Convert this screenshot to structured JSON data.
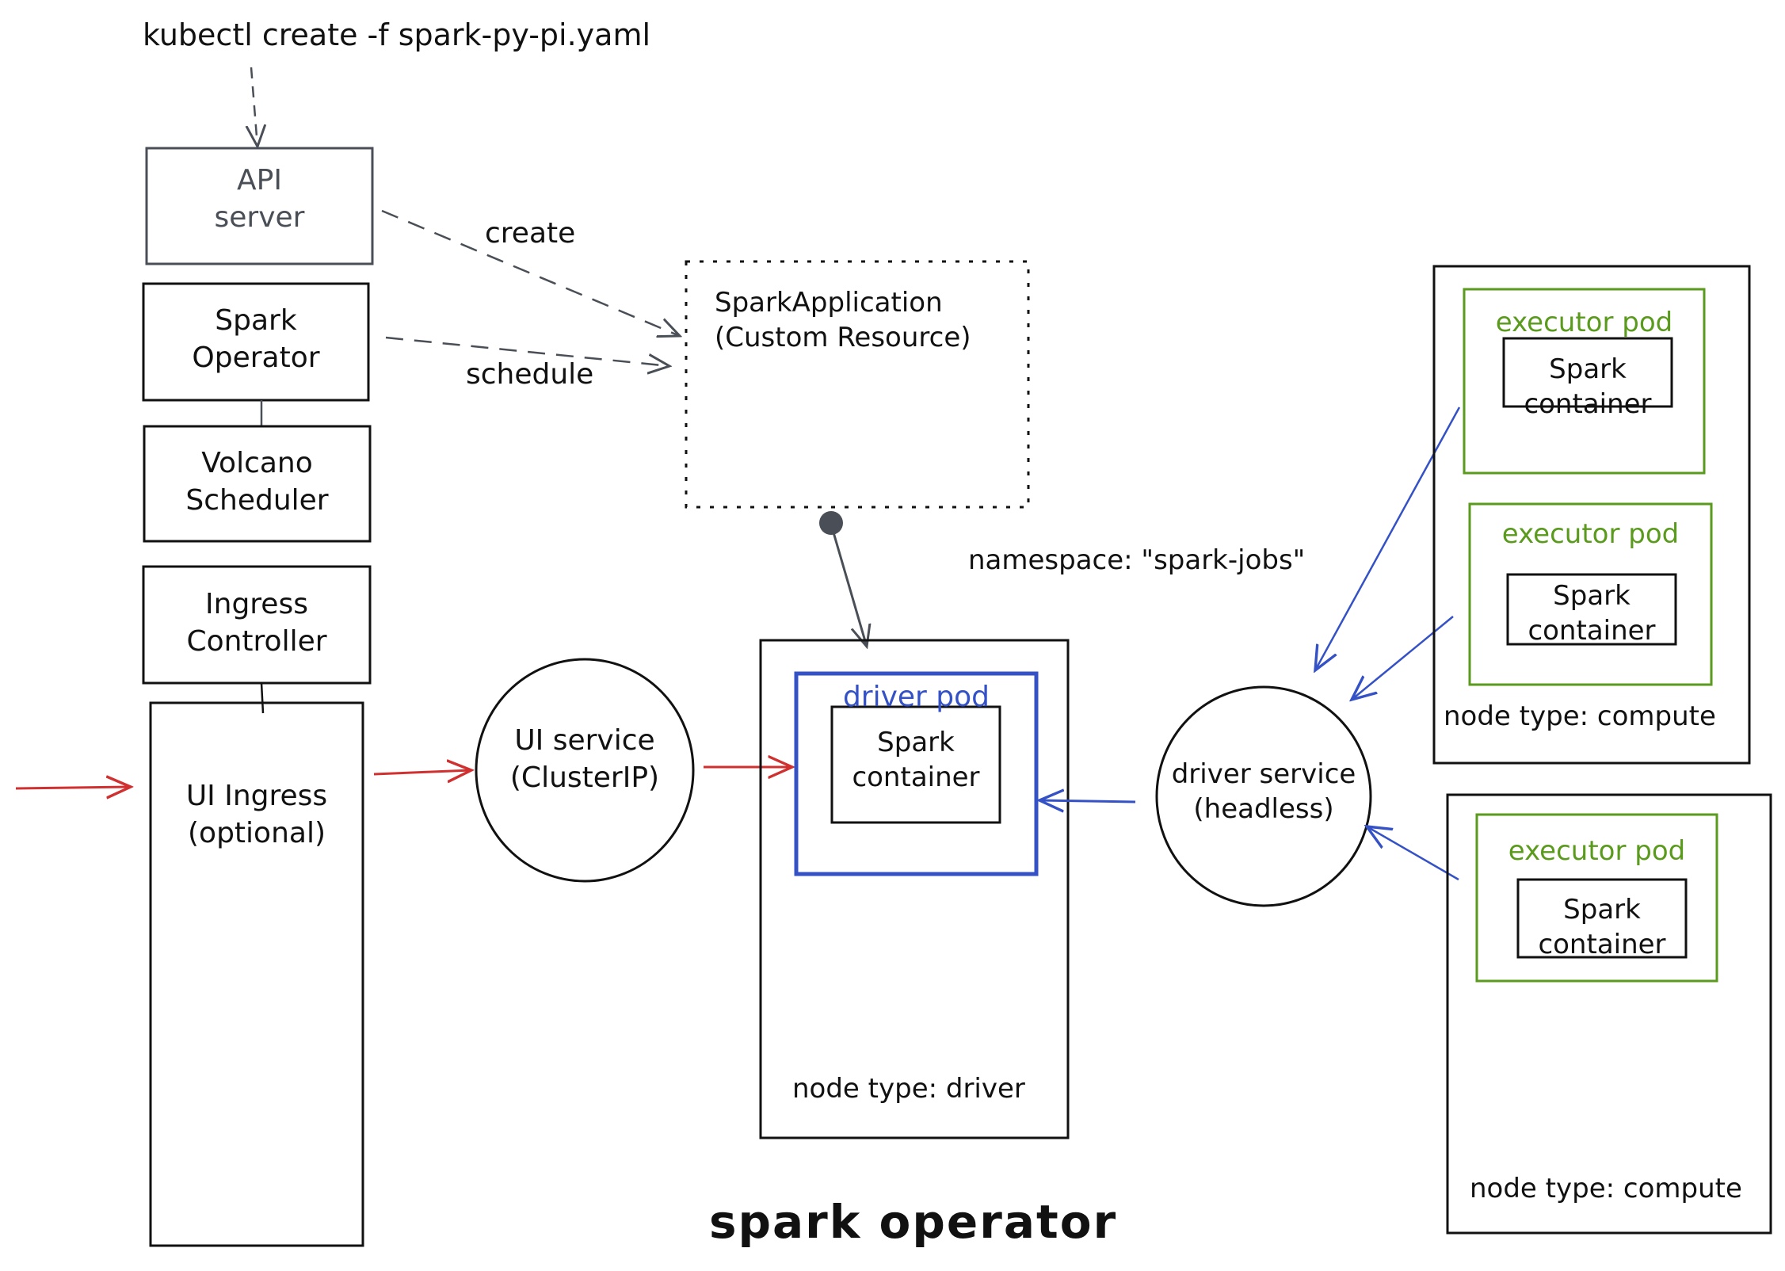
{
  "title": "spark operator",
  "command": "kubectl create -f spark-py-pi.yaml",
  "namespace_label": "namespace: \"spark-jobs\"",
  "colors": {
    "gray": "#4a4f57",
    "black": "#111111",
    "red": "#d0302f",
    "blue": "#3451c6",
    "green": "#5a9a1c"
  },
  "components": {
    "api_server": [
      "API",
      "server"
    ],
    "spark_operator": [
      "Spark",
      "Operator"
    ],
    "volcano_scheduler": [
      "Volcano",
      "Scheduler"
    ],
    "ingress_controller": [
      "Ingress",
      "Controller"
    ],
    "ui_ingress": [
      "UI Ingress",
      "(optional)"
    ],
    "ui_service": [
      "UI service",
      "(ClusterIP)"
    ],
    "spark_application": [
      "SparkApplication",
      "(Custom Resource)"
    ],
    "driver_service": [
      "driver service",
      "(headless)"
    ]
  },
  "edges": {
    "create": "create",
    "schedule": "schedule"
  },
  "driver_node": {
    "pod_label": "driver pod",
    "container": [
      "Spark",
      "container"
    ],
    "node_type": "node type: driver"
  },
  "compute_nodes": [
    {
      "node_type": "node type: compute",
      "pods": [
        {
          "label": "executor pod",
          "container": [
            "Spark",
            "container"
          ]
        },
        {
          "label": "executor pod",
          "container": [
            "Spark",
            "container"
          ]
        }
      ]
    },
    {
      "node_type": "node type: compute",
      "pods": [
        {
          "label": "executor pod",
          "container": [
            "Spark",
            "container"
          ]
        }
      ]
    }
  ]
}
